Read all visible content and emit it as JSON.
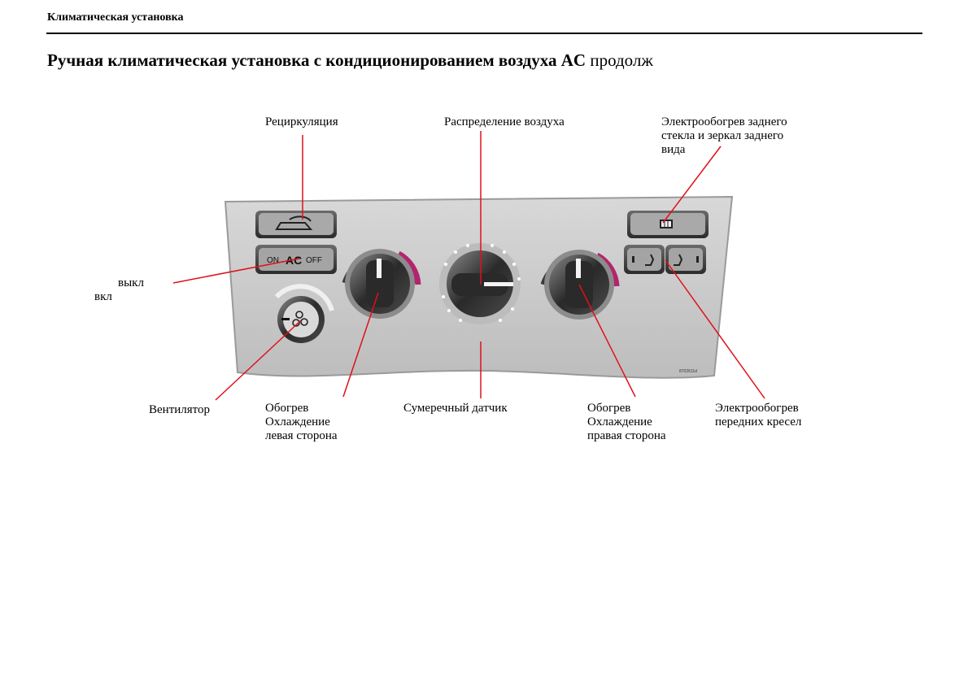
{
  "header": {
    "section": "Климатическая установка"
  },
  "title": {
    "main": "Ручная климатическая установка с кондиционированием воздуха AC",
    "suffix": "продолж"
  },
  "panel": {
    "ac_button": {
      "on": "ON",
      "ac": "AC",
      "off": "OFF"
    },
    "image_code": "8702611d",
    "icons": {
      "recirculation": "car-recirculation-icon",
      "rear_defrost": "rear-window-defrost-icon",
      "seat_heat": "heated-seat-icon",
      "fan": "fan-icon"
    }
  },
  "callouts": {
    "recirculation": "Рециркуляция",
    "air_distribution": "Распределение воздуха",
    "rear_defrost": [
      "Электрообогрев заднего",
      "стекла и зеркал заднего",
      "вида"
    ],
    "off": "выкл",
    "on": "вкл",
    "fan": "Вентилятор",
    "left": [
      "Обогрев",
      "Охлаждение",
      "левая сторона"
    ],
    "twilight_sensor": "Сумеречный датчик",
    "right": [
      "Обогрев",
      "Охлаждение",
      "правая сторона"
    ],
    "seat_heat": [
      "Электрообогрев",
      "передних кресел"
    ]
  },
  "colors": {
    "callout_line": "#e0101a",
    "heat": "#b2246e",
    "cool": "#3a3a3a",
    "panel": "#c9c9c9"
  }
}
